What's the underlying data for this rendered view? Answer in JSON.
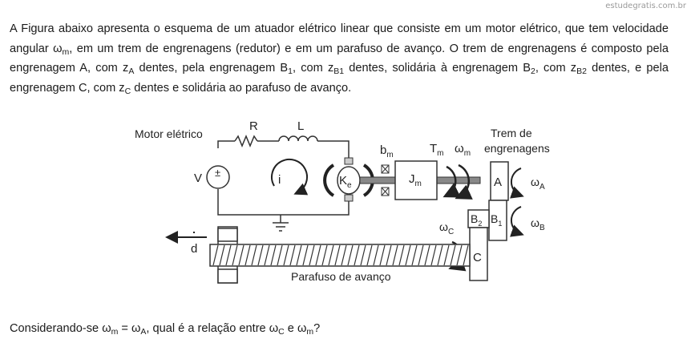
{
  "watermark": "estudegratis.com.br",
  "paragraph": {
    "s1": "A Figura abaixo apresenta o esquema de um atuador elétrico linear que consiste em um motor elétrico, que tem velocidade angular ω",
    "s1_sub": "m",
    "s2": ", em um trem de engrenagens (redutor) e em um parafuso de avanço. O trem de engrenagens é composto pela engrenagem A, com z",
    "s2_sub": "A",
    "s3": " dentes, pela engrenagem B",
    "s3_sub": "1",
    "s4": ", com z",
    "s4_sub": "B1",
    "s5": " dentes, solidária à engrenagem B",
    "s5_sub": "2",
    "s6": ", com z",
    "s6_sub": "B2",
    "s7": " dentes, e pela engrenagem C, com z",
    "s7_sub": "C",
    "s8": " dentes e solidária ao parafuso de avanço."
  },
  "question": {
    "q1": "Considerando-se ω",
    "q1_sub": "m",
    "q2": " = ω",
    "q2_sub": "A",
    "q3": ", qual é a relação entre ω",
    "q3_sub": "C",
    "q4": " e ω",
    "q4_sub": "m",
    "q5": "?"
  },
  "figure": {
    "motor_label": "Motor elétrico",
    "resistor_label": "R",
    "inductor_label": "L",
    "voltage_label": "V",
    "current_label": "i",
    "ke_label": "K",
    "ke_sub": "e",
    "bm_label": "b",
    "bm_sub": "m",
    "jm_label": "J",
    "jm_sub": "m",
    "tm_label": "T",
    "tm_sub": "m",
    "wm_label": "ω",
    "wm_sub": "m",
    "gear_train_line1": "Trem de",
    "gear_train_line2": "engrenagens",
    "gear_a": "A",
    "wa_label": "ω",
    "wa_sub": "A",
    "gear_b1": "B",
    "gear_b1_sub": "1",
    "gear_b2": "B",
    "gear_b2_sub": "2",
    "wb_label": "ω",
    "wb_sub": "B",
    "wc_label": "ω",
    "wc_sub": "C",
    "gear_c": "C",
    "d_label": "d",
    "screw_label": "Parafuso de avanço"
  }
}
